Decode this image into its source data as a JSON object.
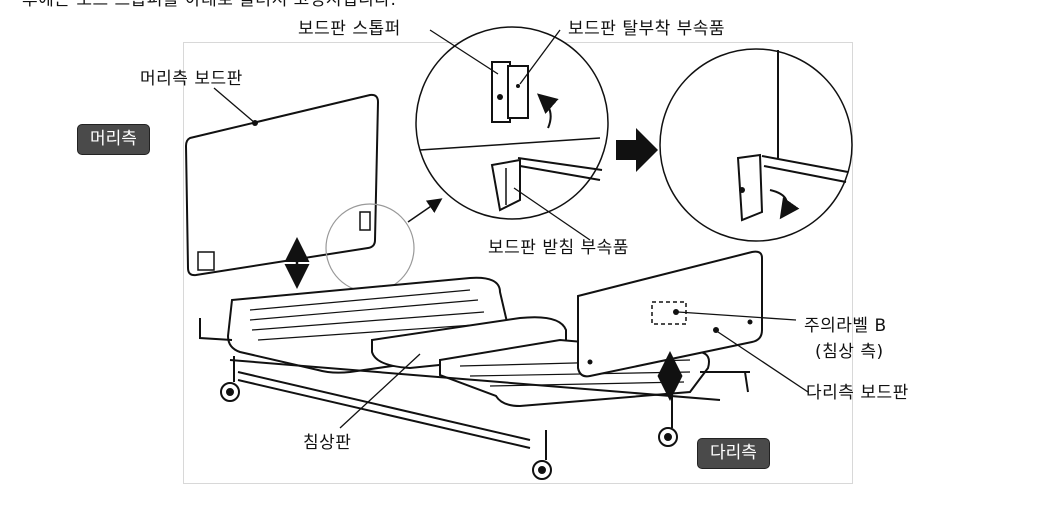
{
  "caption": "후에는 보드 스톱퍼를 아래로 돌려서 고정시킵니다.",
  "labels": {
    "board_stopper": "보드판 스톱퍼",
    "board_mount_part": "보드판 탈부착 부속품",
    "head_board": "머리측 보드판",
    "board_support_part": "보드판 받침 부속품",
    "caution_label_b": "주의라벨 B",
    "bed_side": "(침상 측)",
    "foot_board": "다리측 보드판",
    "bed_deck": "침상판"
  },
  "badges": {
    "head_side": "머리측",
    "foot_side": "다리측"
  }
}
